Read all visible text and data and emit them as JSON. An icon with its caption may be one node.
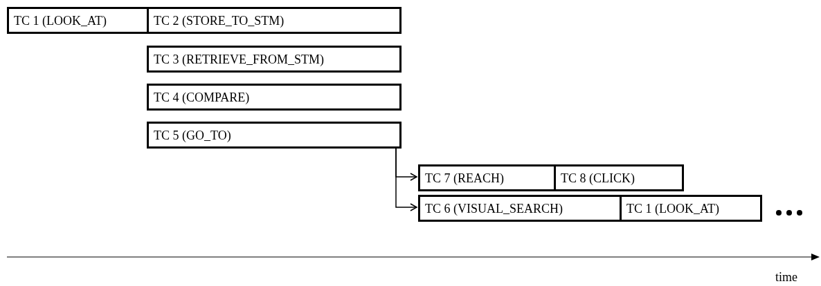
{
  "diagram": {
    "nodes": [
      {
        "text": [
          "TC 1 (LOOK_AT)"
        ]
      },
      {
        "text": [
          "TC 2 (STORE_TO_STM)"
        ]
      },
      {
        "text": [
          "TC 3 (RETRIEVE_FROM_STM)"
        ]
      },
      {
        "text": [
          "TC 4 (COMPARE)"
        ]
      },
      {
        "text": [
          "TC 5 (GO_TO)"
        ]
      },
      {
        "text": [
          "TC 7 (REACH)"
        ]
      },
      {
        "text": [
          "TC 8 (CLICK)"
        ]
      },
      {
        "text": [
          "TC 6 (VISUAL_SEARCH)"
        ]
      },
      {
        "text": [
          "TC 1 (LOOK_AT)"
        ]
      }
    ],
    "edges": [
      {
        "from": 4,
        "to": 5,
        "arrow": "to"
      },
      {
        "from": 4,
        "to": 7,
        "arrow": "to"
      }
    ],
    "labels": [
      "time"
    ]
  }
}
